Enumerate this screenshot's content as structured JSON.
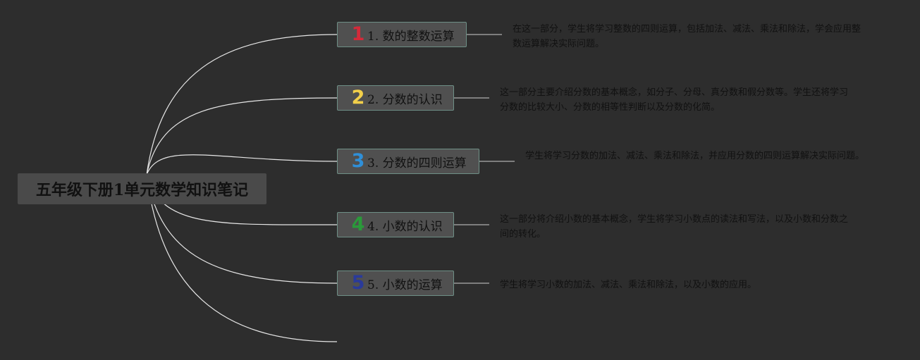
{
  "root": {
    "title": "五年级下册1单元数学知识笔记"
  },
  "topics": [
    {
      "badge": "1",
      "badge_color": "#d42a3a",
      "label": "1. 数的整数运算",
      "note": "在这一部分，学生将学习整数的四则运算，包括加法、减法、乘法和除法，学会应用整数运算解决实际问题。"
    },
    {
      "badge": "2",
      "badge_color": "#f2cf4a",
      "label": "2. 分数的认识",
      "note": "这一部分主要介绍分数的基本概念，如分子、分母、真分数和假分数等。学生还将学习分数的比较大小、分数的相等性判断以及分数的化简。"
    },
    {
      "badge": "3",
      "badge_color": "#2f8fd8",
      "label": "3. 分数的四则运算",
      "note": "学生将学习分数的加法、减法、乘法和除法，并应用分数的四则运算解决实际问题。"
    },
    {
      "badge": "4",
      "badge_color": "#2a9a3a",
      "label": "4. 小数的认识",
      "note": "这一部分将介绍小数的基本概念，学生将学习小数点的读法和写法，以及小数和分数之间的转化。"
    },
    {
      "badge": "5",
      "badge_color": "#2a3a9a",
      "label": "5. 小数的运算",
      "note": "学生将学习小数的加法、减法、乘法和除法，以及小数的应用。"
    }
  ]
}
